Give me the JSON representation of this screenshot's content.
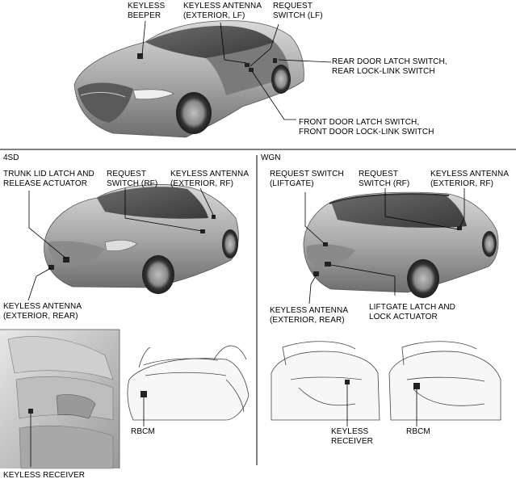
{
  "sections": {
    "sedan": "4SD",
    "wagon": "WGN"
  },
  "labels": {
    "keyless_beeper": "KEYLESS\nBEEPER",
    "keyless_antenna_lf": "KEYLESS ANTENNA\n(EXTERIOR, LF)",
    "request_switch_lf": "REQUEST\nSWITCH (LF)",
    "rear_door_latch": "REAR DOOR LATCH SWITCH,\nREAR LOCK-LINK SWITCH",
    "front_door_latch": "FRONT DOOR LATCH SWITCH,\nFRONT DOOR LOCK-LINK SWITCH",
    "trunk_lid_latch": "TRUNK LID LATCH AND\nRELEASE ACTUATOR",
    "request_switch_rf_sd": "REQUEST\nSWITCH (RF)",
    "keyless_antenna_rf_sd": "KEYLESS ANTENNA\n(EXTERIOR, RF)",
    "keyless_antenna_rear_sd": "KEYLESS ANTENNA\n(EXTERIOR, REAR)",
    "request_switch_liftgate": "REQUEST SWITCH\n(LIFTGATE)",
    "request_switch_rf_wgn": "REQUEST\nSWITCH (RF)",
    "keyless_antenna_rf_wgn": "KEYLESS ANTENNA\n(EXTERIOR, RF)",
    "keyless_antenna_rear_wgn": "KEYLESS ANTENNA\n(EXTERIOR, REAR)",
    "liftgate_latch": "LIFTGATE LATCH AND\nLOCK ACTUATOR",
    "rbcm_sd": "RBCM",
    "keyless_receiver_sd": "KEYLESS RECEIVER",
    "keyless_receiver_wgn": "KEYLESS\nRECEIVER",
    "rbcm_wgn": "RBCM"
  }
}
